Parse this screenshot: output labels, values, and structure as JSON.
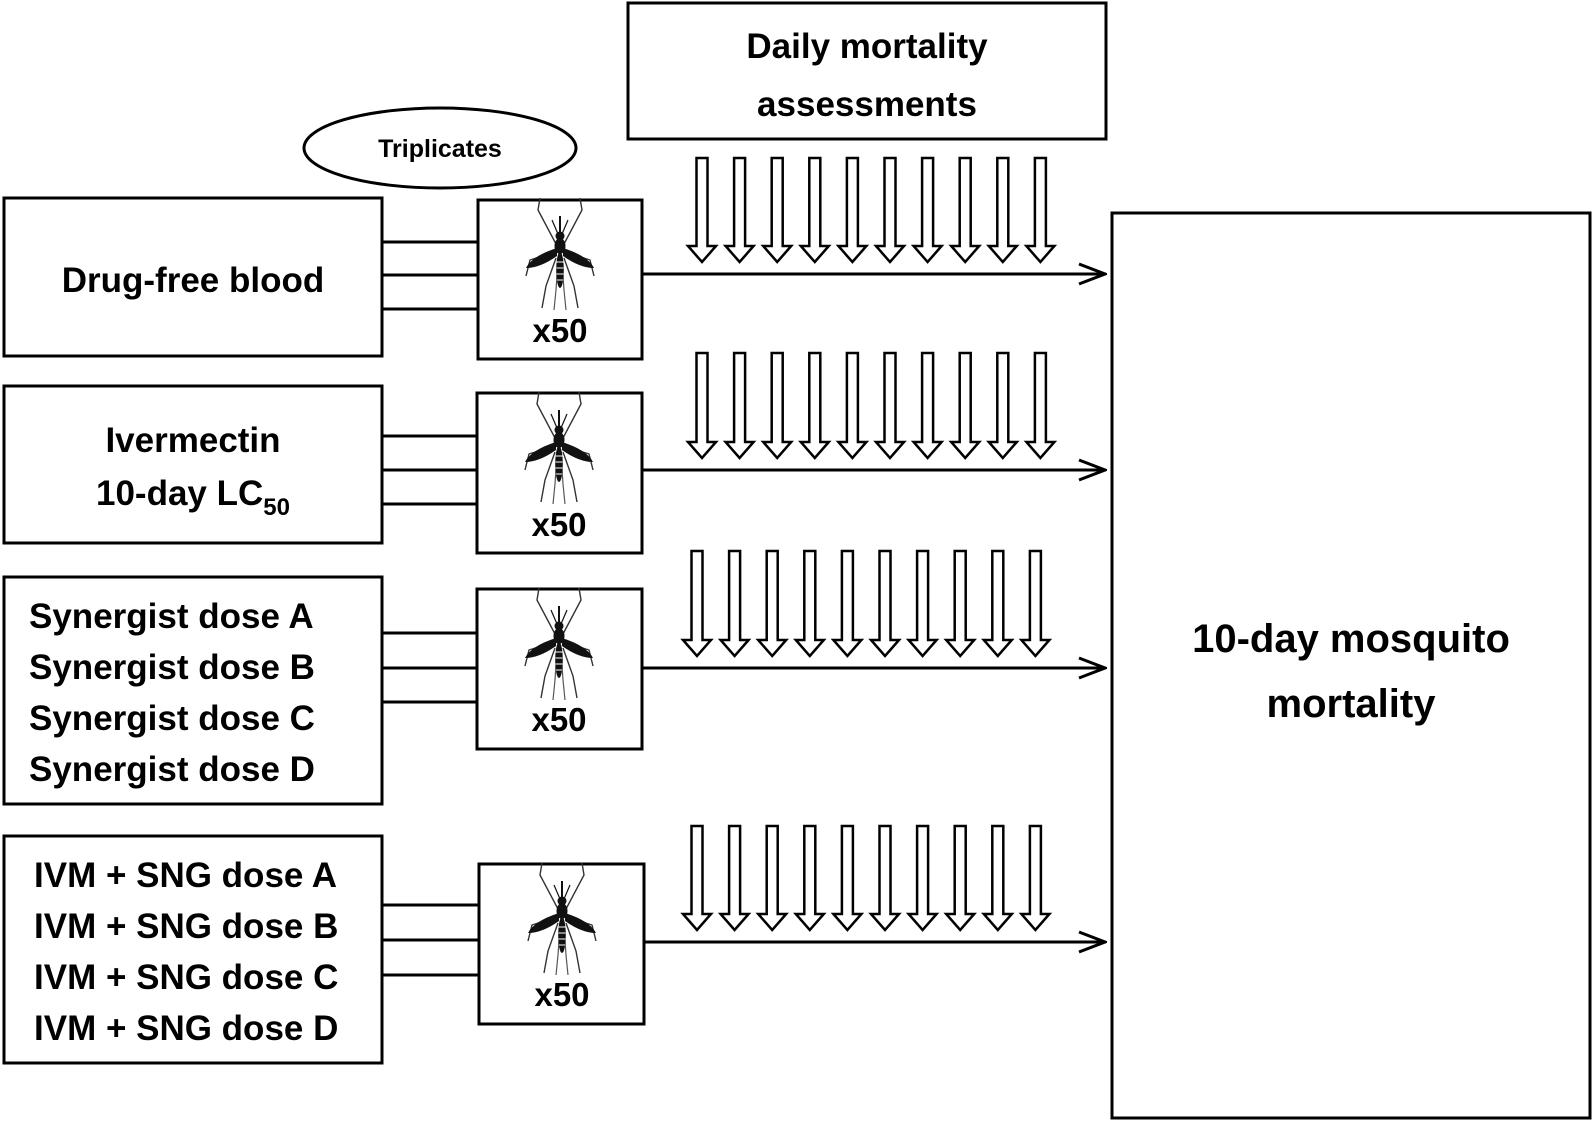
{
  "header": {
    "line1": "Daily mortality",
    "line2": "assessments"
  },
  "triplicates_label": "Triplicates",
  "groups": [
    {
      "lines": [
        "Drug-free blood"
      ]
    },
    {
      "lines": [
        "Ivermectin"
      ],
      "lc_prefix": "10-day LC",
      "lc_sub": "50"
    },
    {
      "lines": [
        "Synergist dose A",
        "Synergist dose B",
        "Synergist dose C",
        "Synergist dose D"
      ]
    },
    {
      "lines": [
        "IVM + SNG dose A",
        "IVM + SNG dose B",
        "IVM + SNG dose C",
        "IVM + SNG dose D"
      ]
    }
  ],
  "mosquito_count": "x50",
  "outcome": {
    "line1": "10-day mosquito",
    "line2": "mortality"
  },
  "icons": {
    "insect": "mosquito-icon",
    "arrow": "down-arrow-icon"
  },
  "colors": {
    "stroke": "#000000",
    "fill": "#ffffff"
  }
}
